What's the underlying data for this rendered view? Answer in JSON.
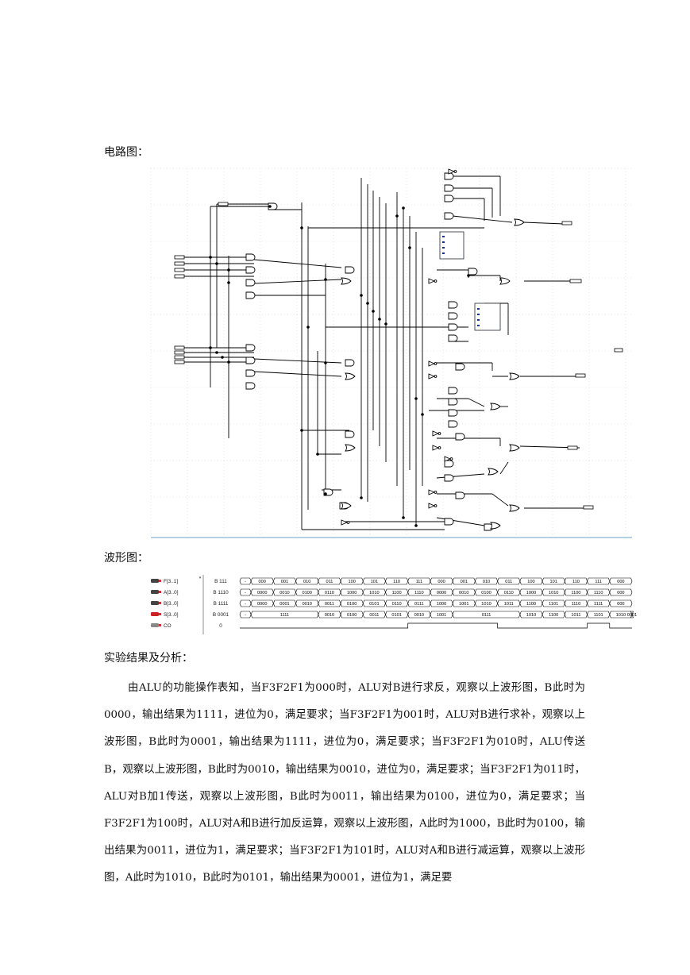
{
  "headings": {
    "circuit": "电路图：",
    "waveform": "波形图：",
    "result": "实验结果及分析："
  },
  "waveform": {
    "signals": [
      {
        "name": "F[3..1]",
        "value": "B 111",
        "icon": "bus-output-icon",
        "segments": [
          "-",
          "000",
          "001",
          "010",
          "011",
          "100",
          "101",
          "110",
          "111",
          "000",
          "001",
          "010",
          "011",
          "100",
          "101",
          "110",
          "111",
          "000"
        ]
      },
      {
        "name": "A[3..0]",
        "value": "B 1110",
        "icon": "bus-output-icon",
        "segments": [
          "-",
          "0000",
          "0010",
          "0100",
          "0110",
          "1000",
          "1010",
          "1100",
          "1110",
          "0000",
          "0010",
          "0100",
          "0110",
          "1000",
          "1010",
          "1100",
          "1110",
          "000"
        ]
      },
      {
        "name": "B[3..0]",
        "value": "B 1111",
        "icon": "bus-output-icon",
        "segments": [
          "-",
          "0000",
          "0001",
          "0010",
          "0011",
          "0100",
          "0101",
          "0110",
          "0111",
          "1000",
          "1001",
          "1010",
          "1011",
          "1100",
          "1101",
          "1110",
          "1111",
          "000"
        ]
      },
      {
        "name": "S[3..0]",
        "value": "B 0001",
        "icon": "bus-input-icon",
        "segments": [
          "-",
          "1111",
          "0010",
          "0100",
          "0011",
          "0101",
          "0010",
          "1001",
          "0111",
          "1010",
          "1100",
          "1011",
          "1101",
          "1010",
          "0001"
        ]
      },
      {
        "name": "CO",
        "value": "0",
        "icon": "bit-output-icon",
        "segments": []
      }
    ]
  },
  "analysis": "由ALU的功能操作表知，当F3F2F1为000时，ALU对B进行求反，观察以上波形图，B此时为0000，输出结果为1111，进位为0，满足要求；当F3F2F1为001时，ALU对B进行求补，观察以上波形图，B此时为0001，输出结果为1111，进位为0，满足要求；当F3F2F1为010时，ALU传送B，观察以上波形图，B此时为0010，输出结果为0010，进位为0，满足要求；当F3F2F1为011时，ALU对B加1传送，观察以上波形图，B此时为0011，输出结果为0100，进位为0，满足要求；当F3F2F1为100时，ALU对A和B进行加反运算，观察以上波形图，A此时为1000，B此时为0100，输出结果为0011，进位为1，满足要求；当F3F2F1为101时，ALU对A和B进行减运算，观察以上波形图，A此时为1010，B此时为0101，输出结果为0001，进位为1，满足要"
}
